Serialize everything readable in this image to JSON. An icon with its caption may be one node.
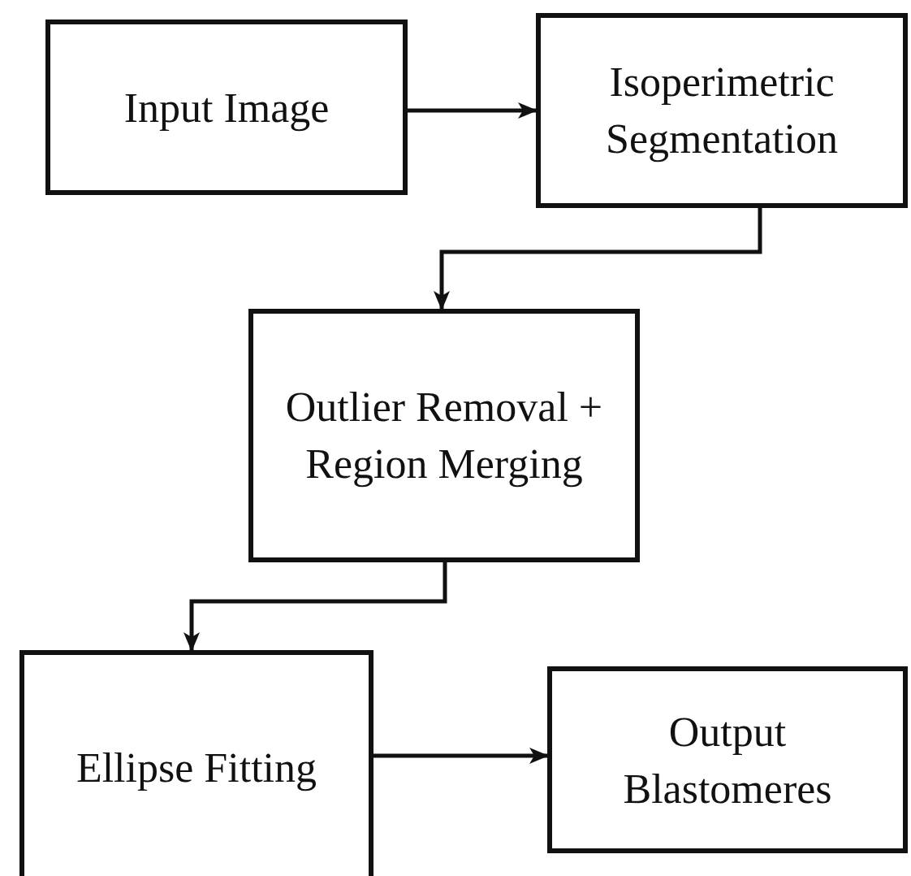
{
  "diagram": {
    "nodes": [
      {
        "text": [
          "Input Image"
        ]
      },
      {
        "text": [
          "Isoperimetric Segmentation"
        ]
      },
      {
        "text": [
          "Outlier Removal + Region Merging"
        ]
      },
      {
        "text": [
          "Ellipse Fitting"
        ]
      },
      {
        "text": [
          "Output Blastomeres"
        ]
      }
    ],
    "edges": [
      {
        "from": 0,
        "to": 1,
        "arrow": "to"
      },
      {
        "from": 1,
        "to": 2,
        "arrow": "to"
      },
      {
        "from": 2,
        "to": 3,
        "arrow": "to"
      },
      {
        "from": 3,
        "to": 4,
        "arrow": "to"
      }
    ]
  }
}
